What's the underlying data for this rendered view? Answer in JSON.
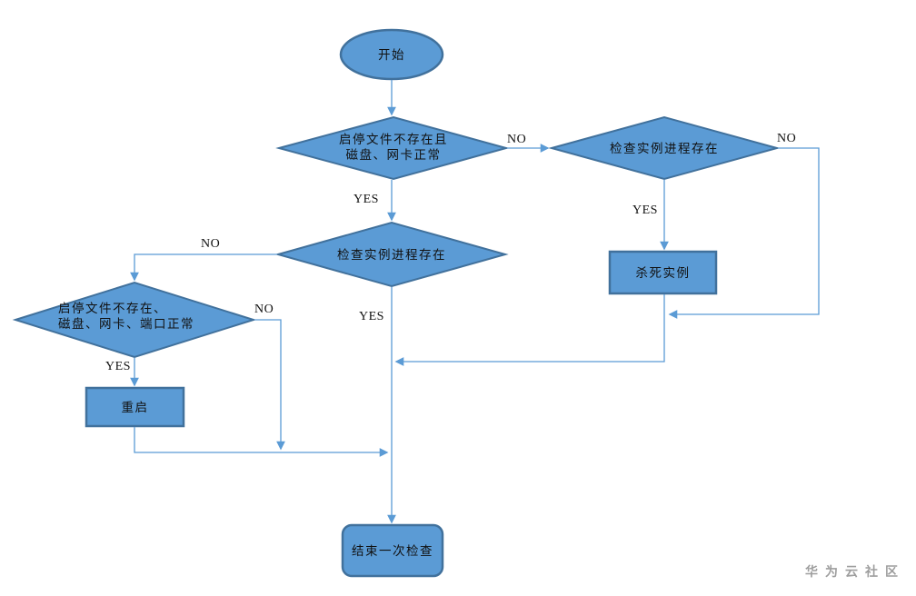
{
  "colors": {
    "background": "#ffffff",
    "shape-fill": "#5B9BD5",
    "shape-border": "#41719C",
    "connector": "#5B9BD5",
    "text": "#111111",
    "watermark": "#9e9e9e"
  },
  "flowchart": {
    "nodes": {
      "start": {
        "label": "开始",
        "type": "ellipse"
      },
      "check_files_disk_nic": {
        "label": "启停文件不存在且\n磁盘、网卡正常",
        "type": "diamond"
      },
      "check_process_right": {
        "label": "检查实例进程存在",
        "type": "diamond"
      },
      "check_process_mid": {
        "label": "检查实例进程存在",
        "type": "diamond"
      },
      "check_files_disk_nic_port": {
        "label": "启停文件不存在、\n磁盘、网卡、端口正常",
        "type": "diamond"
      },
      "restart": {
        "label": "重启",
        "type": "rect"
      },
      "kill_instance": {
        "label": "杀死实例",
        "type": "rect"
      },
      "end_check": {
        "label": "结束一次检查",
        "type": "rounded-rect"
      }
    },
    "edges": {
      "files_ok_yes": "YES",
      "files_ok_no": "NO",
      "proc_right_no": "NO",
      "proc_right_yes": "YES",
      "proc_mid_no": "NO",
      "proc_mid_yes": "YES",
      "left_check_no": "NO",
      "left_check_yes": "YES"
    },
    "watermark": "华为云社区"
  }
}
